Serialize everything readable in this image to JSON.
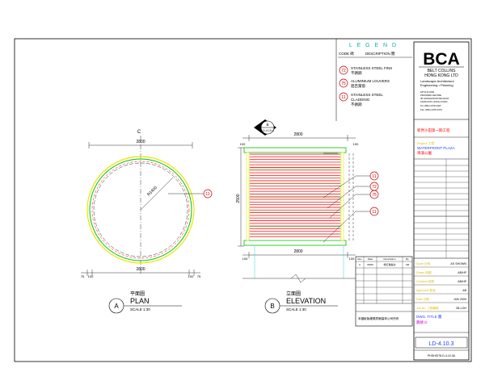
{
  "legend": {
    "title": "L E G E N D",
    "header_code": "CODE 碼",
    "header_description": "DESCRIPTION 簡",
    "items": [
      {
        "code": "72",
        "line1": "STAINLESS STEEL FINS",
        "line2": "不銹鋼"
      },
      {
        "code": "75",
        "line1": "ALUMINIUM LOUVERS",
        "line2": "鋁百葉窗"
      },
      {
        "code": "11",
        "line1": "STAINLESS STEEL",
        "line2": "CLADDING",
        "line3": "不銹鋼"
      }
    ]
  },
  "company": {
    "logo": "BCA",
    "name_line1": "BELT COLLINS",
    "name_line2": "HONG KONG LTD",
    "sub_line1": "Landscape Architecture",
    "sub_line2": "Engineering • Planning",
    "addr_line1": "18TH FLOOR",
    "addr_line2": "PROSPER CENTRE",
    "addr_line3": "48 HUNGHOM ROAD EAST",
    "addr_line4": "KOWLOON, HONG KONG",
    "tel": "Tel: (852) 2378 4422",
    "fax": "Fax: (852) 2378 4379"
  },
  "title_block": {
    "red_caption": "新界沙田第一期工程",
    "project_line1": "Project 工程",
    "project_line2": "WATERFRONT PLAZA",
    "project_line3": "海濱公園",
    "rows": [
      {
        "label": "Scale 比例",
        "value": "AS SHOWN"
      },
      {
        "label": "Drawn 繪圖",
        "value": "AB/HP"
      },
      {
        "label": "Checked 核對",
        "value": "AB/HP"
      },
      {
        "label": "Approved 批准",
        "value": "AB"
      },
      {
        "label": "Date 日期",
        "value": "JUN 2009"
      },
      {
        "label": "Job No. 工程編號",
        "value": "2B-LOH"
      }
    ],
    "dwg_title_line1": "DWG. TITLE 圖",
    "dwg_title_line2": "圖號 D",
    "drawing_number": "LD-4.10.3",
    "file_ref": "PHSH/D78-D-4.10.3A"
  },
  "plan": {
    "north_mark": "C",
    "top_dim": "2800",
    "radius": "R1400",
    "callout": "11",
    "bottom_dim": "2800",
    "left_dim1": "75",
    "left_dim2": "100",
    "right_dim1": "100",
    "right_dim2": "75",
    "letter": "A",
    "chinese": "平面圖",
    "title": "PLAN",
    "scale": "SCALE   1:30"
  },
  "elevation": {
    "section_mark_top": "B",
    "section_mark_sub": "LD-4.10.4",
    "top_dim": "2800",
    "height_dim": "2500",
    "callouts": [
      "11",
      "72",
      "75",
      "11"
    ],
    "bottom_dim": "2800",
    "bottom_left": "100",
    "bottom_right": "100",
    "letter": "B",
    "chinese": "立面圖",
    "title": "ELEVATION",
    "scale": "SCALE   1:30"
  },
  "revision_table": {
    "header": [
      "Rev",
      "Date",
      "Description",
      "By"
    ],
    "rows": [
      [
        "A",
        "06/09",
        "修訂後提交",
        "AB"
      ],
      [
        "",
        "",
        "",
        ""
      ],
      [
        "",
        "",
        "",
        ""
      ],
      [
        "",
        "",
        "",
        ""
      ],
      [
        "",
        "",
        "",
        ""
      ],
      [
        "",
        "",
        "",
        ""
      ]
    ],
    "note": "本圖紙版權屬貝爾高林公司所有"
  },
  "colors": {
    "line": "#000000",
    "red": "#ff0000",
    "green": "#00c000",
    "yellow": "#e8e800",
    "cyan": "#00c8c8",
    "blue": "#2040ff",
    "magenta": "#d000d0",
    "dim": "#006060"
  }
}
